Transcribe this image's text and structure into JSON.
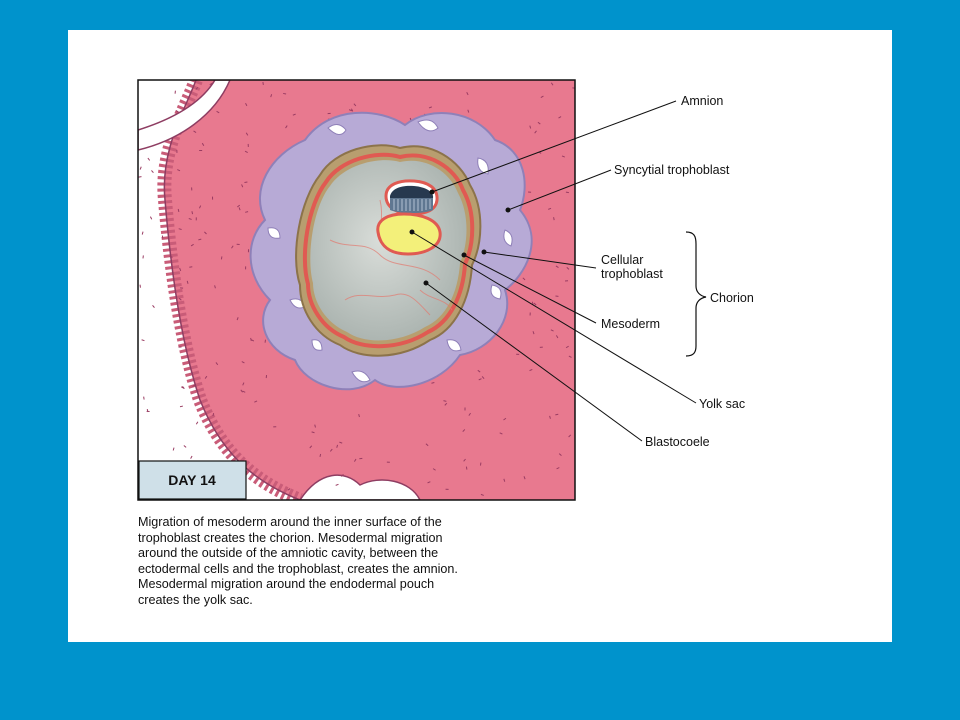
{
  "colors": {
    "background": "#0093cc",
    "uterine_tissue": "#e8798f",
    "syncytial_trophoblast": "#b7aad6",
    "cellular_trophoblast": "#b89e6f",
    "mesoderm": "#e05a52",
    "blastocoele": "#c7ccc8",
    "yolk_sac": "#f3f07a",
    "amnion": "#5f7791",
    "day_box": "#cfe0e8"
  },
  "diagram": {
    "day_label": "DAY 14",
    "labels": {
      "amnion": "Amnion",
      "syncytial_trophoblast": "Syncytial trophoblast",
      "cellular_trophoblast_line1": "Cellular",
      "cellular_trophoblast_line2": "trophoblast",
      "mesoderm": "Mesoderm",
      "chorion": "Chorion",
      "yolk_sac": "Yolk sac",
      "blastocoele": "Blastocoele"
    }
  },
  "caption": {
    "lines": [
      "Migration of mesoderm around the inner surface of the",
      "trophoblast creates the chorion. Mesodermal migration",
      "around the outside of the amniotic cavity, between the",
      "ectodermal cells and the trophoblast, creates the amnion.",
      "Mesodermal migration around the endodermal pouch",
      "creates the yolk sac."
    ]
  }
}
